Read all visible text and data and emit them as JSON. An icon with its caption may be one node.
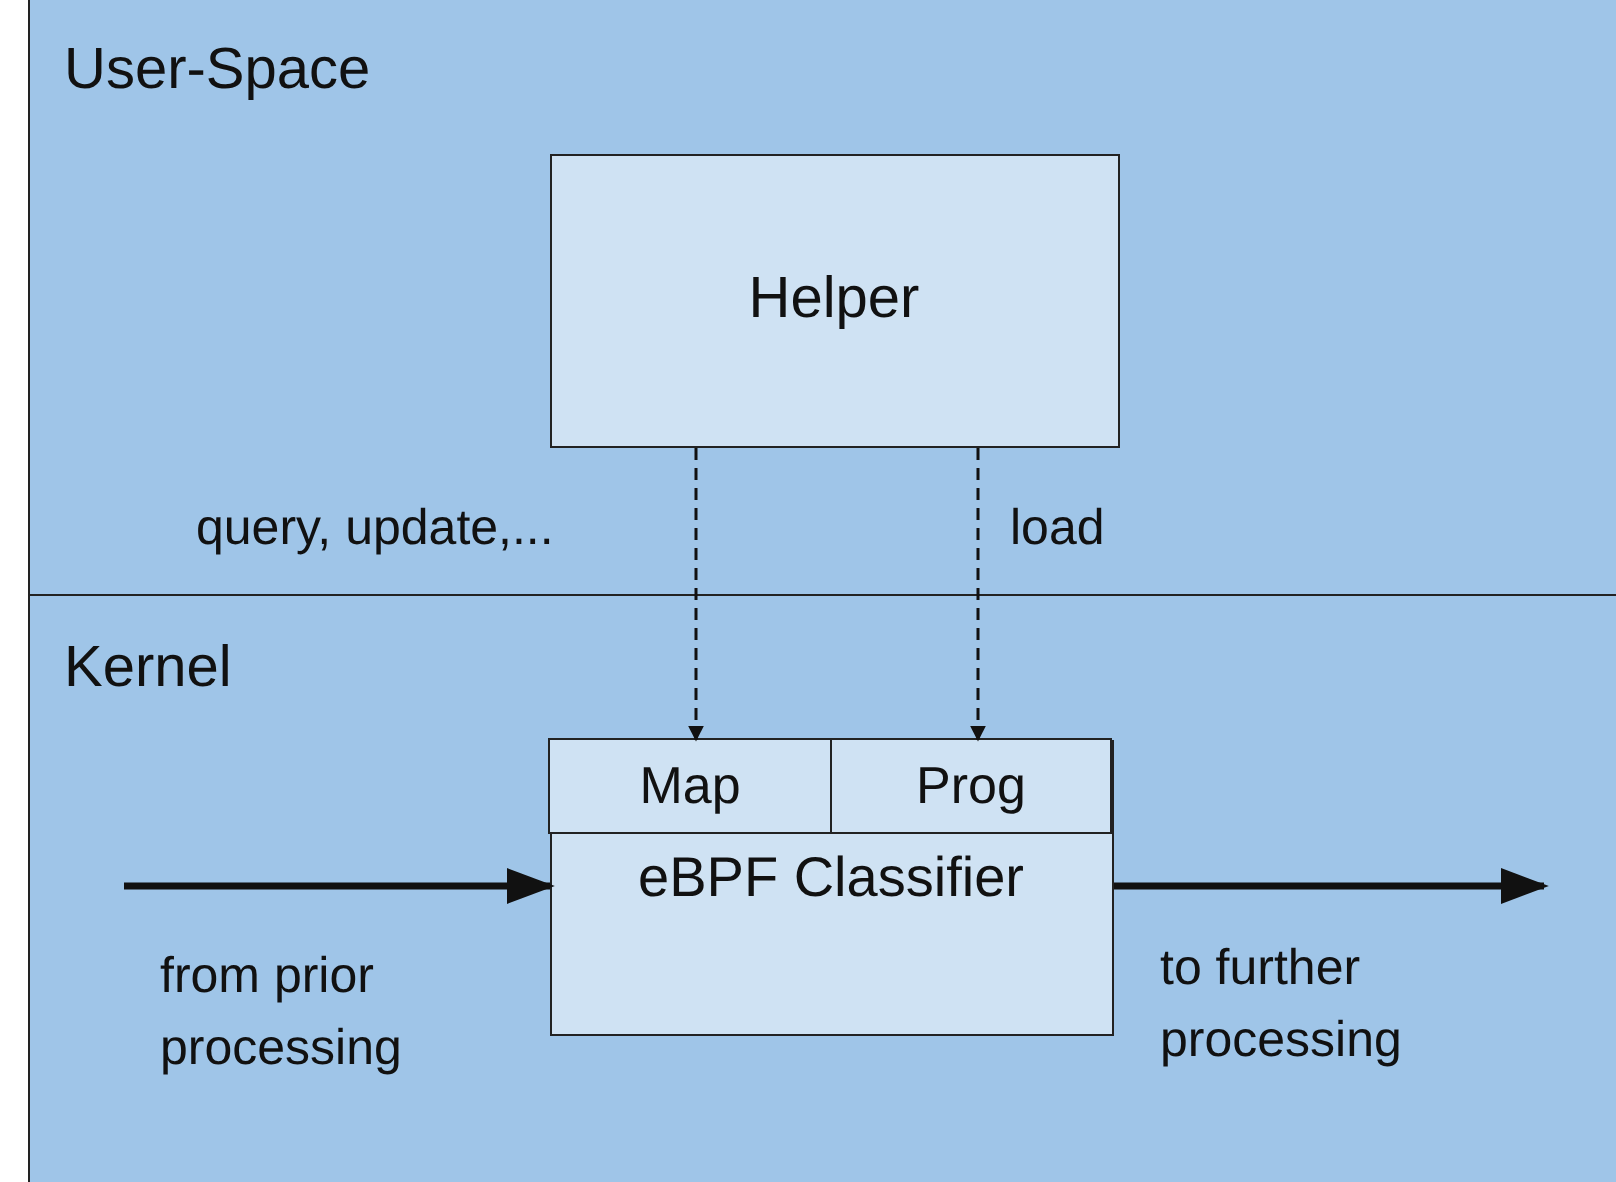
{
  "diagram": {
    "nodes": [
      {
        "text": [
          "User-Space"
        ]
      },
      {
        "text": [
          "Helper"
        ],
        "in": 0
      },
      {
        "text": [
          "Kernel"
        ]
      },
      {
        "text": [
          "eBPF Classifier"
        ],
        "in": 2
      },
      {
        "text": [
          "Map"
        ],
        "in": 3
      },
      {
        "text": [
          "Prog"
        ],
        "in": 3
      }
    ],
    "edges": [
      {
        "from": 1,
        "to": 4,
        "arrow": "to",
        "style": "dashed",
        "label": "query, update,..."
      },
      {
        "from": 1,
        "to": 5,
        "arrow": "to",
        "style": "dashed",
        "label": "load"
      },
      {
        "from": null,
        "to": 3,
        "arrow": "to",
        "style": "thick",
        "label": "from prior processing"
      },
      {
        "from": 3,
        "to": null,
        "arrow": "to",
        "style": "thick",
        "label": "to further processing"
      }
    ]
  }
}
